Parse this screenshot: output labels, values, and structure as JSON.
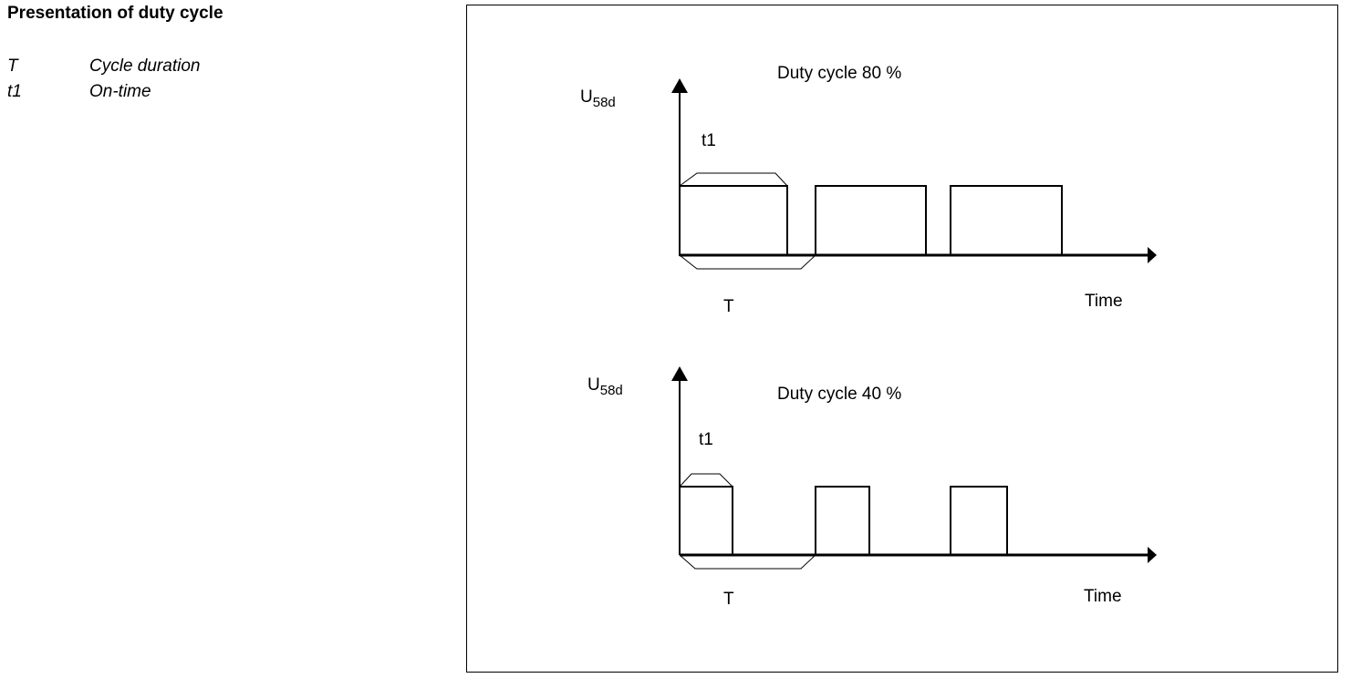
{
  "heading": "Presentation of duty cycle",
  "legend": [
    {
      "symbol": "T",
      "description": "Cycle duration"
    },
    {
      "symbol": "t1",
      "description": "On-time"
    }
  ],
  "diagrams": [
    {
      "title": "Duty cycle 80 %",
      "y_label": "U",
      "y_label_sub": "58d",
      "x_label": "Time",
      "t1_label": "t1",
      "T_label": "T"
    },
    {
      "title": "Duty cycle 40 %",
      "y_label": "U",
      "y_label_sub": "58d",
      "x_label": "Time",
      "t1_label": "t1",
      "T_label": "T"
    }
  ]
}
